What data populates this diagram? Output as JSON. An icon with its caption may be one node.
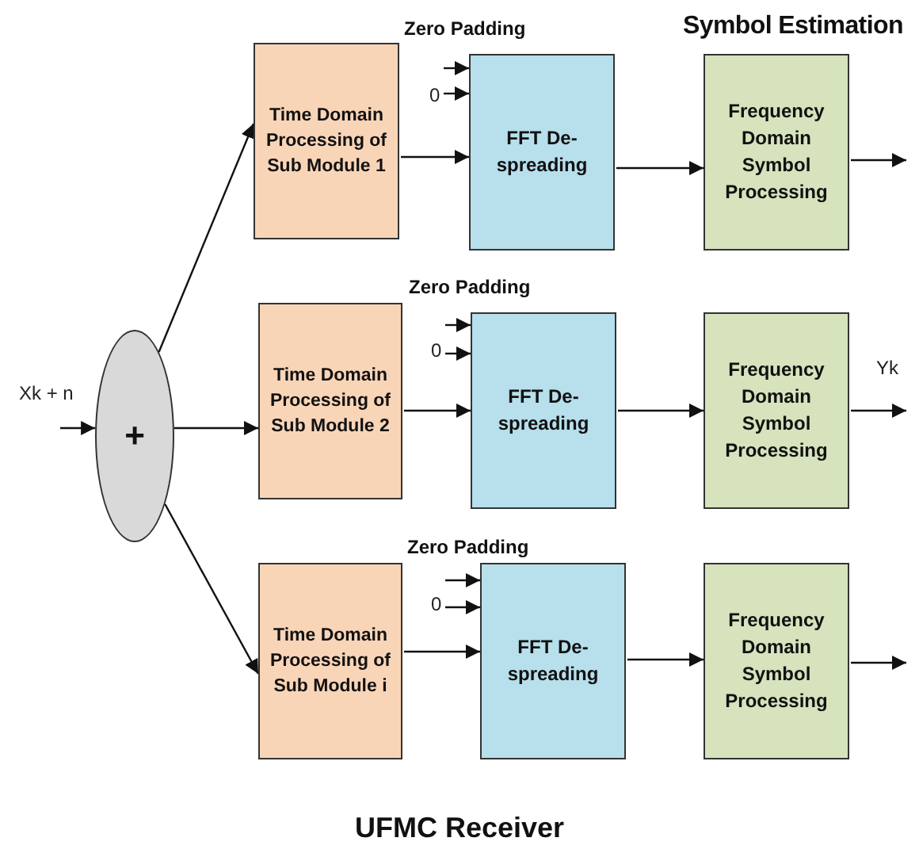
{
  "diagram": {
    "caption": "UFMC Receiver",
    "nodes": [
      {
        "text": [
          "Time Domain Processing of Sub Module 1"
        ]
      },
      {
        "text": [
          "0"
        ]
      },
      {
        "text": [
          "FFT De-spreading"
        ]
      },
      {
        "text": [
          "Frequency Domain Symbol Processing"
        ]
      },
      {
        "text": [
          "+"
        ]
      },
      {
        "text": [
          "Time Domain Processing of Sub Module 2"
        ]
      },
      {
        "text": [
          "0"
        ]
      },
      {
        "text": [
          "FFT De-spreading"
        ]
      },
      {
        "text": [
          "Frequency Domain Symbol Processing"
        ]
      },
      {
        "text": [
          "Time Domain Processing of Sub Module i"
        ]
      },
      {
        "text": [
          "0"
        ]
      },
      {
        "text": [
          "FFT De-spreading"
        ]
      },
      {
        "text": [
          "Frequency Domain Symbol Processing"
        ]
      }
    ],
    "edges": [
      {
        "from": null,
        "to": 4,
        "arrow": "to",
        "label": "Xk + n"
      },
      {
        "from": 4,
        "to": 0,
        "arrow": "to"
      },
      {
        "from": 4,
        "to": 5,
        "arrow": "to"
      },
      {
        "from": 4,
        "to": 9,
        "arrow": "to"
      },
      {
        "from": 1,
        "to": 2,
        "arrow": "to"
      },
      {
        "from": 1,
        "to": 2,
        "arrow": "to"
      },
      {
        "from": 0,
        "to": 2,
        "arrow": "to"
      },
      {
        "from": 2,
        "to": 3,
        "arrow": "to"
      },
      {
        "from": 3,
        "to": null,
        "arrow": "to"
      },
      {
        "from": 6,
        "to": 7,
        "arrow": "to"
      },
      {
        "from": 6,
        "to": 7,
        "arrow": "to"
      },
      {
        "from": 5,
        "to": 7,
        "arrow": "to"
      },
      {
        "from": 7,
        "to": 8,
        "arrow": "to"
      },
      {
        "from": 8,
        "to": null,
        "arrow": "to",
        "label": "Yk"
      },
      {
        "from": 10,
        "to": 11,
        "arrow": "to"
      },
      {
        "from": 10,
        "to": 11,
        "arrow": "to"
      },
      {
        "from": 9,
        "to": 11,
        "arrow": "to"
      },
      {
        "from": 11,
        "to": 12,
        "arrow": "to"
      },
      {
        "from": 12,
        "to": null,
        "arrow": "to"
      }
    ],
    "labels": [
      "Zero Padding",
      "Symbol Estimation",
      "Zero Padding",
      "Zero Padding"
    ]
  }
}
